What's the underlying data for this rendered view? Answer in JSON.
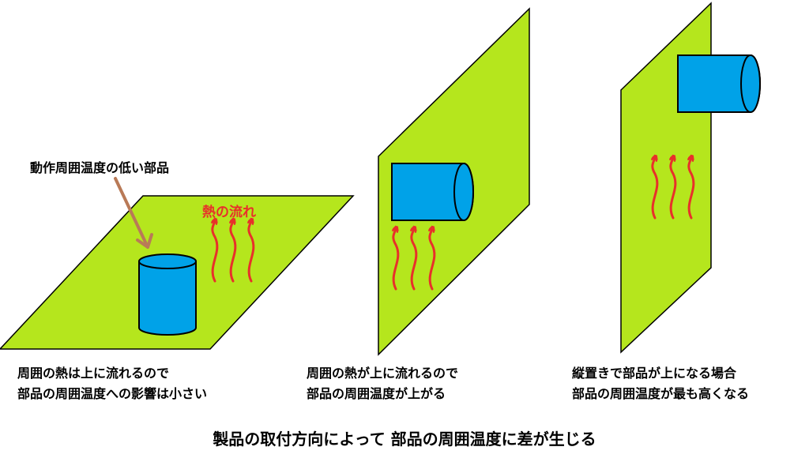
{
  "labels": {
    "low_temp_part": "動作周囲温度の低い部品",
    "heat_flow": "熱の流れ"
  },
  "panels": [
    {
      "id": "horizontal",
      "caption_line1": "周囲の熱は上に流れるので",
      "caption_line2": "部品の周囲温度への影響は小さい"
    },
    {
      "id": "vertical-middle",
      "caption_line1": "周囲の熱が上に流れるので",
      "caption_line2": "部品の周囲温度が上がる"
    },
    {
      "id": "vertical-top",
      "caption_line1": "縦置きで部品が上になる場合",
      "caption_line2": "部品の周囲温度が最も高くなる"
    }
  ],
  "footer": "製品の取付方向によって 部品の周囲温度に差が生じる",
  "colors": {
    "board": "#b5e61d",
    "part": "#00a2e8",
    "outline": "#000000",
    "heat_arrow": "#e8302a",
    "pointer_arrow": "#b97a57"
  }
}
